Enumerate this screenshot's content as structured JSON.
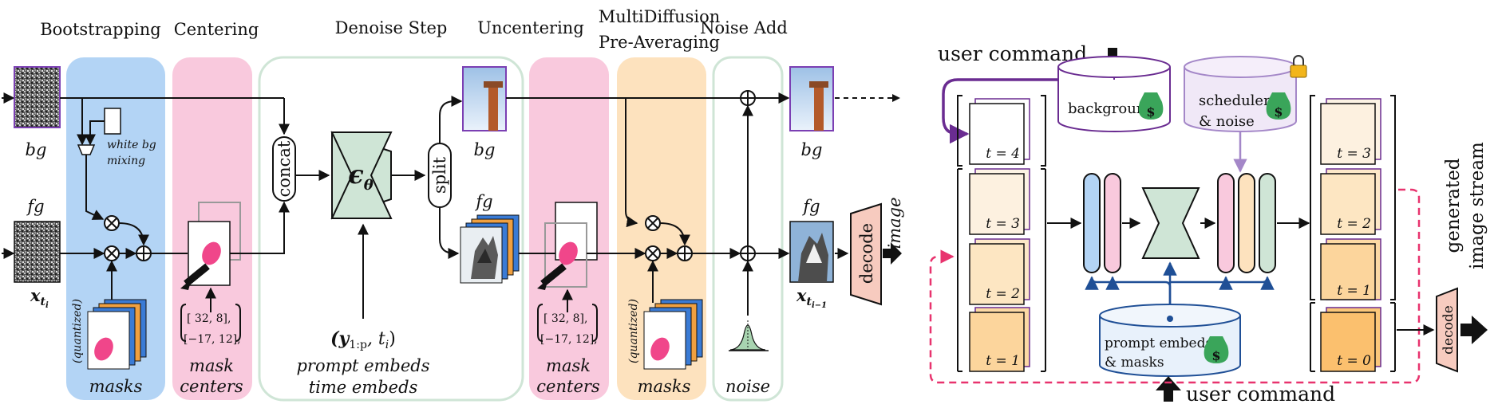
{
  "left": {
    "stages": {
      "bootstrapping": "Bootstrapping",
      "centering": "Centering",
      "denoise": "Denoise Step",
      "uncentering": "Uncentering",
      "multidiffusion_1": "MultiDiffusion",
      "multidiffusion_2": "Pre-Averaging",
      "noise_add": "Noise Add"
    },
    "labels": {
      "bg_in": "bg",
      "fg_in": "fg",
      "x_ti": "x",
      "x_ti_sub": "t",
      "x_ti_subsub": "i",
      "white_bg_1": "white bg",
      "white_bg_2": "mixing",
      "quantized_1": "(quantized)",
      "masks_1": "masks",
      "centers_1": "[   32,   8],",
      "centers_2": "[−17, 12],",
      "mask_1": "mask",
      "centers_label_1": "centers",
      "concat": "concat",
      "eps": "ϵ",
      "eps_sub": "θ",
      "split": "split",
      "y_embed": "(y",
      "y_sub": "1:p",
      "y_rest": ", t",
      "y_rest_sub": "i",
      "y_close": ")",
      "prompt_embeds": "prompt embeds",
      "time_embeds": "time embeds",
      "bg_mid": "bg",
      "fg_mid": "fg",
      "centers_3": "[   32,   8],",
      "centers_4": "[−17, 12],",
      "mask_2": "mask",
      "centers_label_2": "centers",
      "quantized_2": "(quantized)",
      "masks_2": "masks",
      "noise": "noise",
      "bg_out": "bg",
      "fg_out": "fg",
      "x_out": "x",
      "x_out_sub": "t",
      "x_out_subsub": "i−1",
      "decode": "decode",
      "image": "image"
    }
  },
  "right": {
    "user_command_top": "user command",
    "user_command_bottom": "user command",
    "background": "background",
    "scheduler_1": "scheduler",
    "scheduler_2": "& noise",
    "prompt_1": "prompt embeds",
    "prompt_2": "& masks",
    "left_stack": [
      "t = 4",
      "t = 3",
      "t = 2",
      "t = 1"
    ],
    "right_stack": [
      "t = 3",
      "t = 2",
      "t = 1",
      "t = 0"
    ],
    "decode": "decode",
    "stream_1": "generated",
    "stream_2": "image stream"
  },
  "colors": {
    "blue_band": "#b3d4f5",
    "pink_band": "#f9c9dd",
    "orange_band": "#fde2be",
    "green_box": "#cfe5d6",
    "decode_fill": "#f7cbbf",
    "purple": "#6a2c91",
    "light_purple": "#a487c8",
    "pink_dash": "#e8336e",
    "dark_blue": "#1f4f96"
  }
}
